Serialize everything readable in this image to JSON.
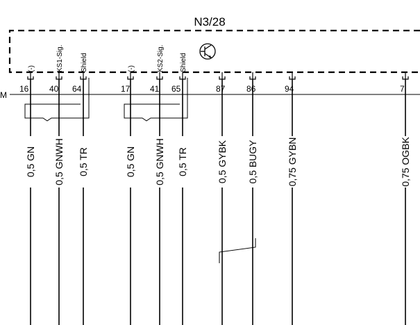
{
  "component": {
    "id": "N3/28",
    "left_edge_label": "M"
  },
  "connector_pins": [
    {
      "pin": "16",
      "signal": "(-)",
      "wire": "0,5 GN"
    },
    {
      "pin": "40",
      "signal": "KS1-Sig.",
      "wire": "0,5 GNWH"
    },
    {
      "pin": "64",
      "signal": "Shield",
      "wire": "0,5 TR"
    },
    {
      "pin": "17",
      "signal": "(-)",
      "wire": "0,5 GN"
    },
    {
      "pin": "41",
      "signal": "KS2-Sig.",
      "wire": "0,5 GNWH"
    },
    {
      "pin": "65",
      "signal": "Shield",
      "wire": "0,5 TR"
    },
    {
      "pin": "87",
      "signal": "",
      "wire": "0,5 GYBK"
    },
    {
      "pin": "86",
      "signal": "",
      "wire": "0,5 BUGY"
    },
    {
      "pin": "94",
      "signal": "",
      "wire": "0,75 GYBN"
    },
    {
      "pin": "7",
      "signal": "",
      "wire": "0,75 OGBK"
    }
  ],
  "icons": {
    "component_symbol": "transistor-icon"
  }
}
